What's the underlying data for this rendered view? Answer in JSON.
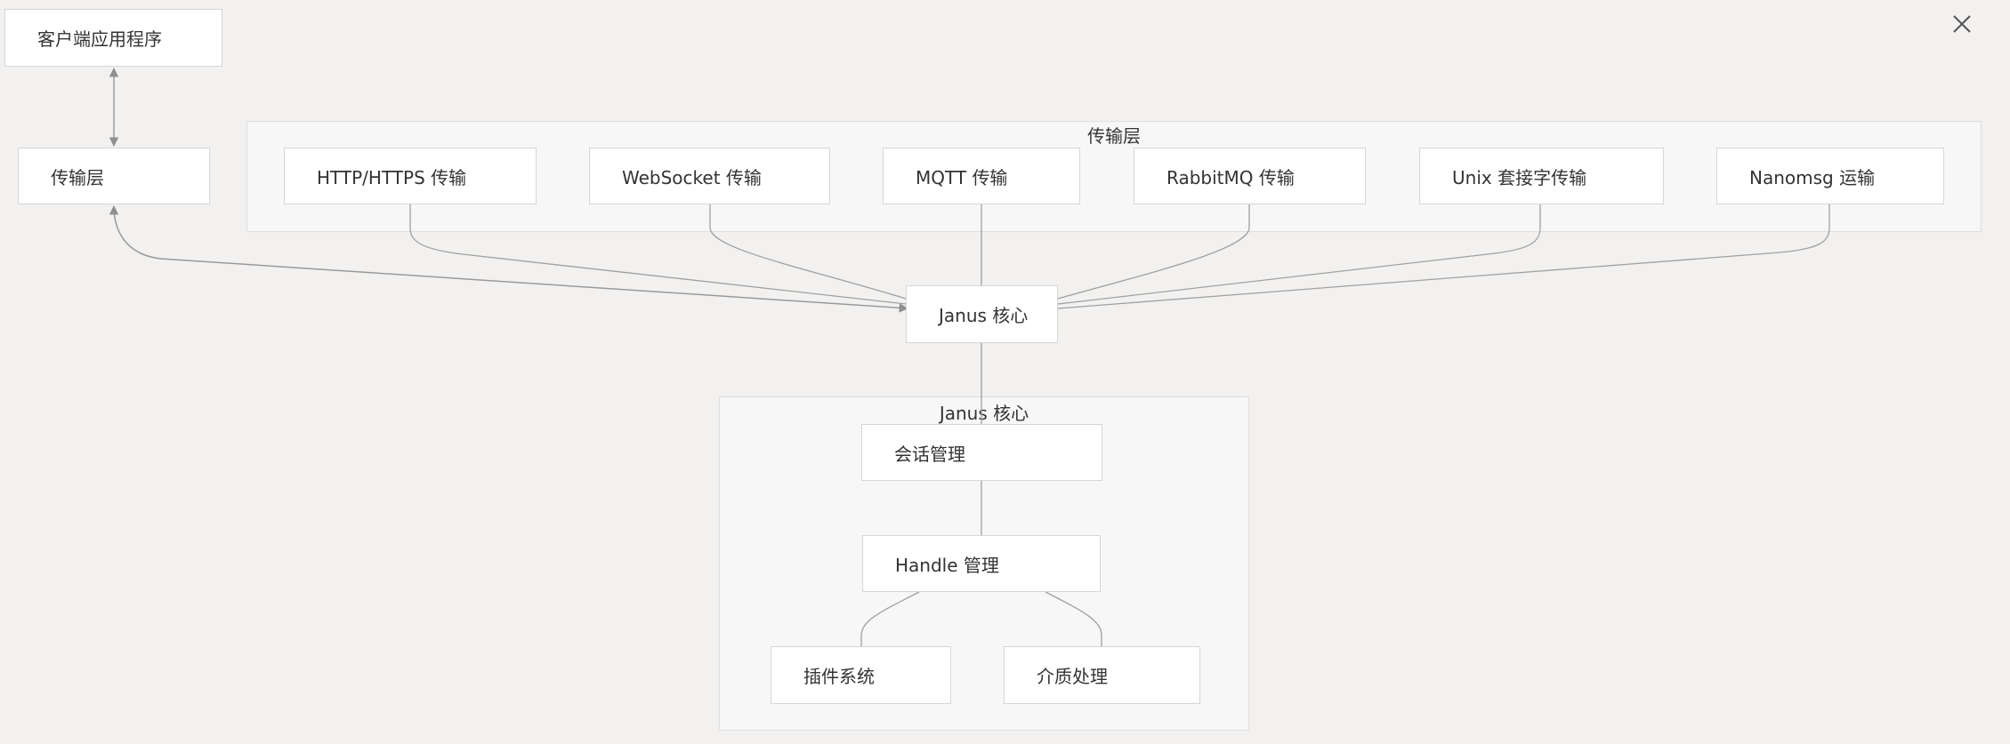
{
  "diagram": {
    "nodes": {
      "client_app": "客户端应用程序",
      "transport_layer": "传输层",
      "http": "HTTP/HTTPS 传输",
      "websocket": "WebSocket 传输",
      "mqtt": "MQTT 传输",
      "rabbitmq": "RabbitMQ 传输",
      "unix_socket": "Unix 套接字传输",
      "nanomsg": "Nanomsg 运输",
      "janus_core": "Janus 核心",
      "session_mgmt": "会话管理",
      "handle_mgmt": "Handle 管理",
      "plugin_system": "插件系统",
      "media_processing": "介质处理"
    },
    "groups": {
      "transport_group": "传输层",
      "core_group": "Janus 核心"
    }
  },
  "toolbar": {
    "close_icon": "close-icon"
  }
}
